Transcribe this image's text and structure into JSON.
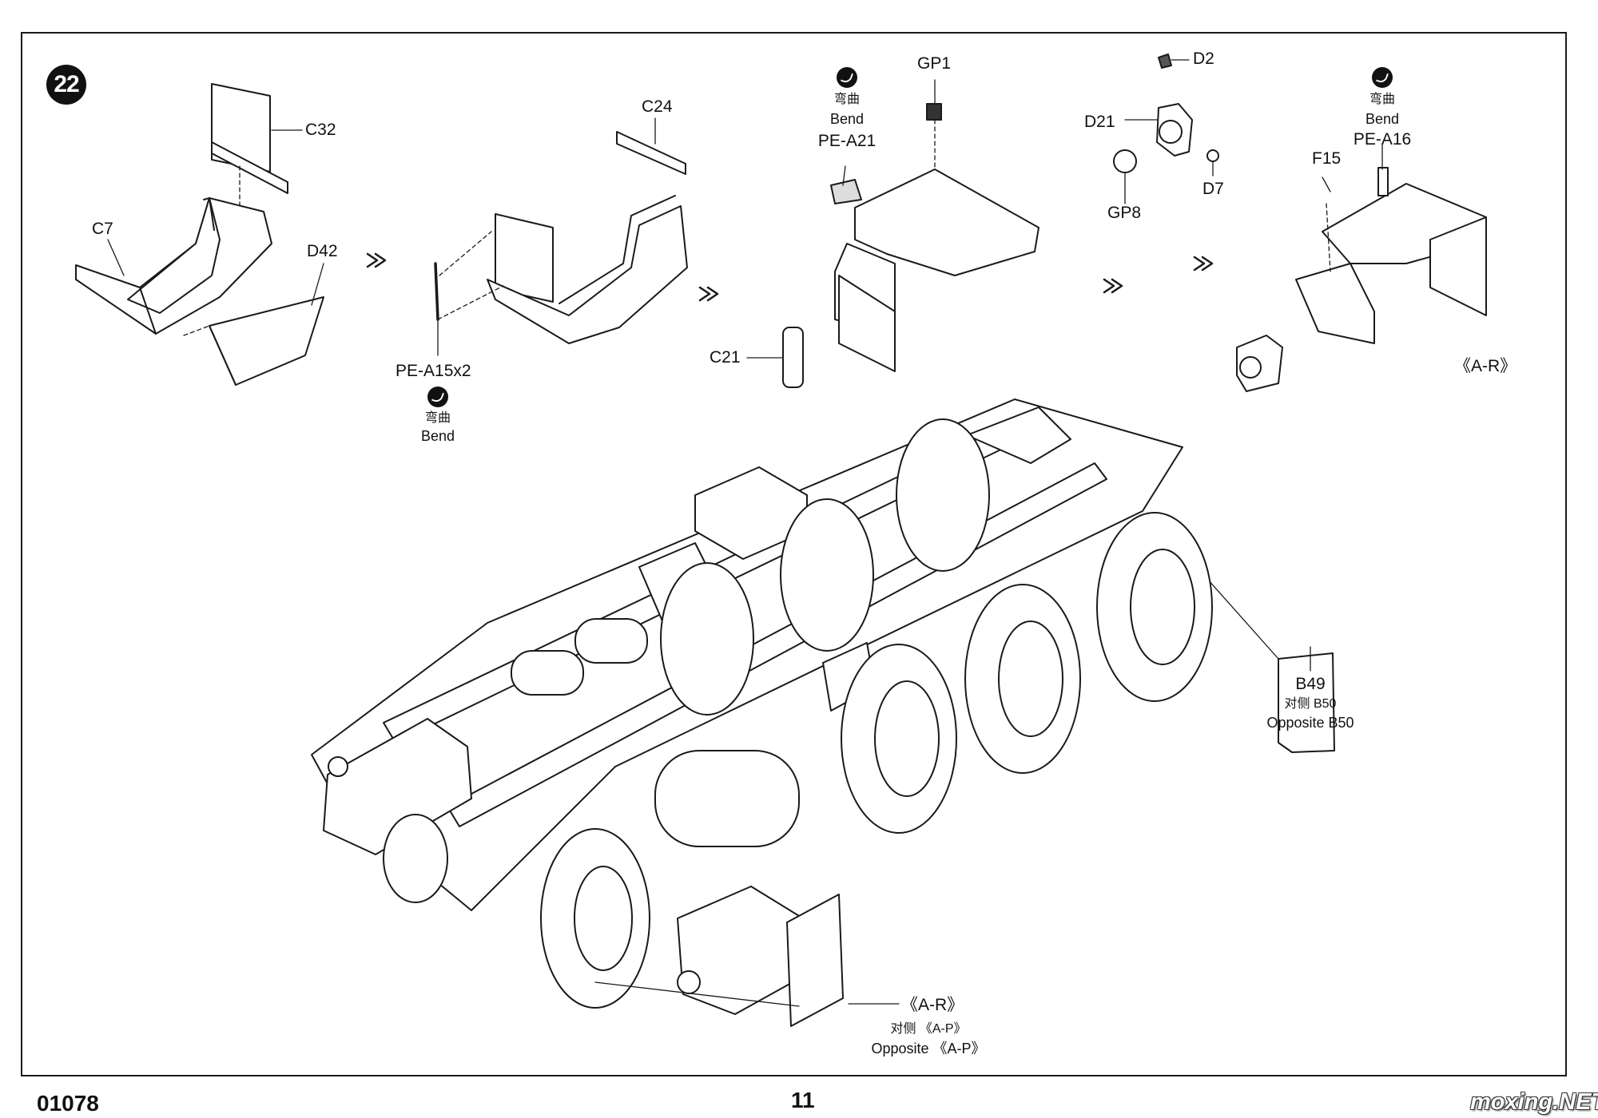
{
  "step": {
    "number": "22"
  },
  "panel1": {
    "labels": {
      "c32": "C32",
      "c7": "C7",
      "d42": "D42"
    }
  },
  "panel2": {
    "labels": {
      "c24": "C24",
      "pe_a15": "PE-A15x2"
    },
    "bend": {
      "cn": "弯曲",
      "en": "Bend"
    }
  },
  "panel3": {
    "labels": {
      "gp1": "GP1",
      "pe_a21": "PE-A21",
      "c21": "C21"
    },
    "bend": {
      "cn": "弯曲",
      "en": "Bend"
    }
  },
  "panel4": {
    "labels": {
      "d2": "D2",
      "d21": "D21",
      "d7": "D7",
      "gp8": "GP8"
    }
  },
  "panel5": {
    "labels": {
      "f15": "F15",
      "pe_a16": "PE-A16",
      "variant": "《A-R》"
    },
    "bend": {
      "cn": "弯曲",
      "en": "Bend"
    }
  },
  "main": {
    "b49": {
      "part": "B49",
      "opposite_cn": "对侧 B50",
      "opposite_en": "Opposite B50"
    },
    "ar": {
      "variant": "《A-R》",
      "opposite_cn": "对侧 《A-P》",
      "opposite_en": "Opposite 《A-P》"
    }
  },
  "footer": {
    "kit_number": "01078",
    "page_number": "11",
    "watermark": "moxing.NET"
  },
  "icons": [
    "bend-icon",
    "arrow-icon"
  ]
}
